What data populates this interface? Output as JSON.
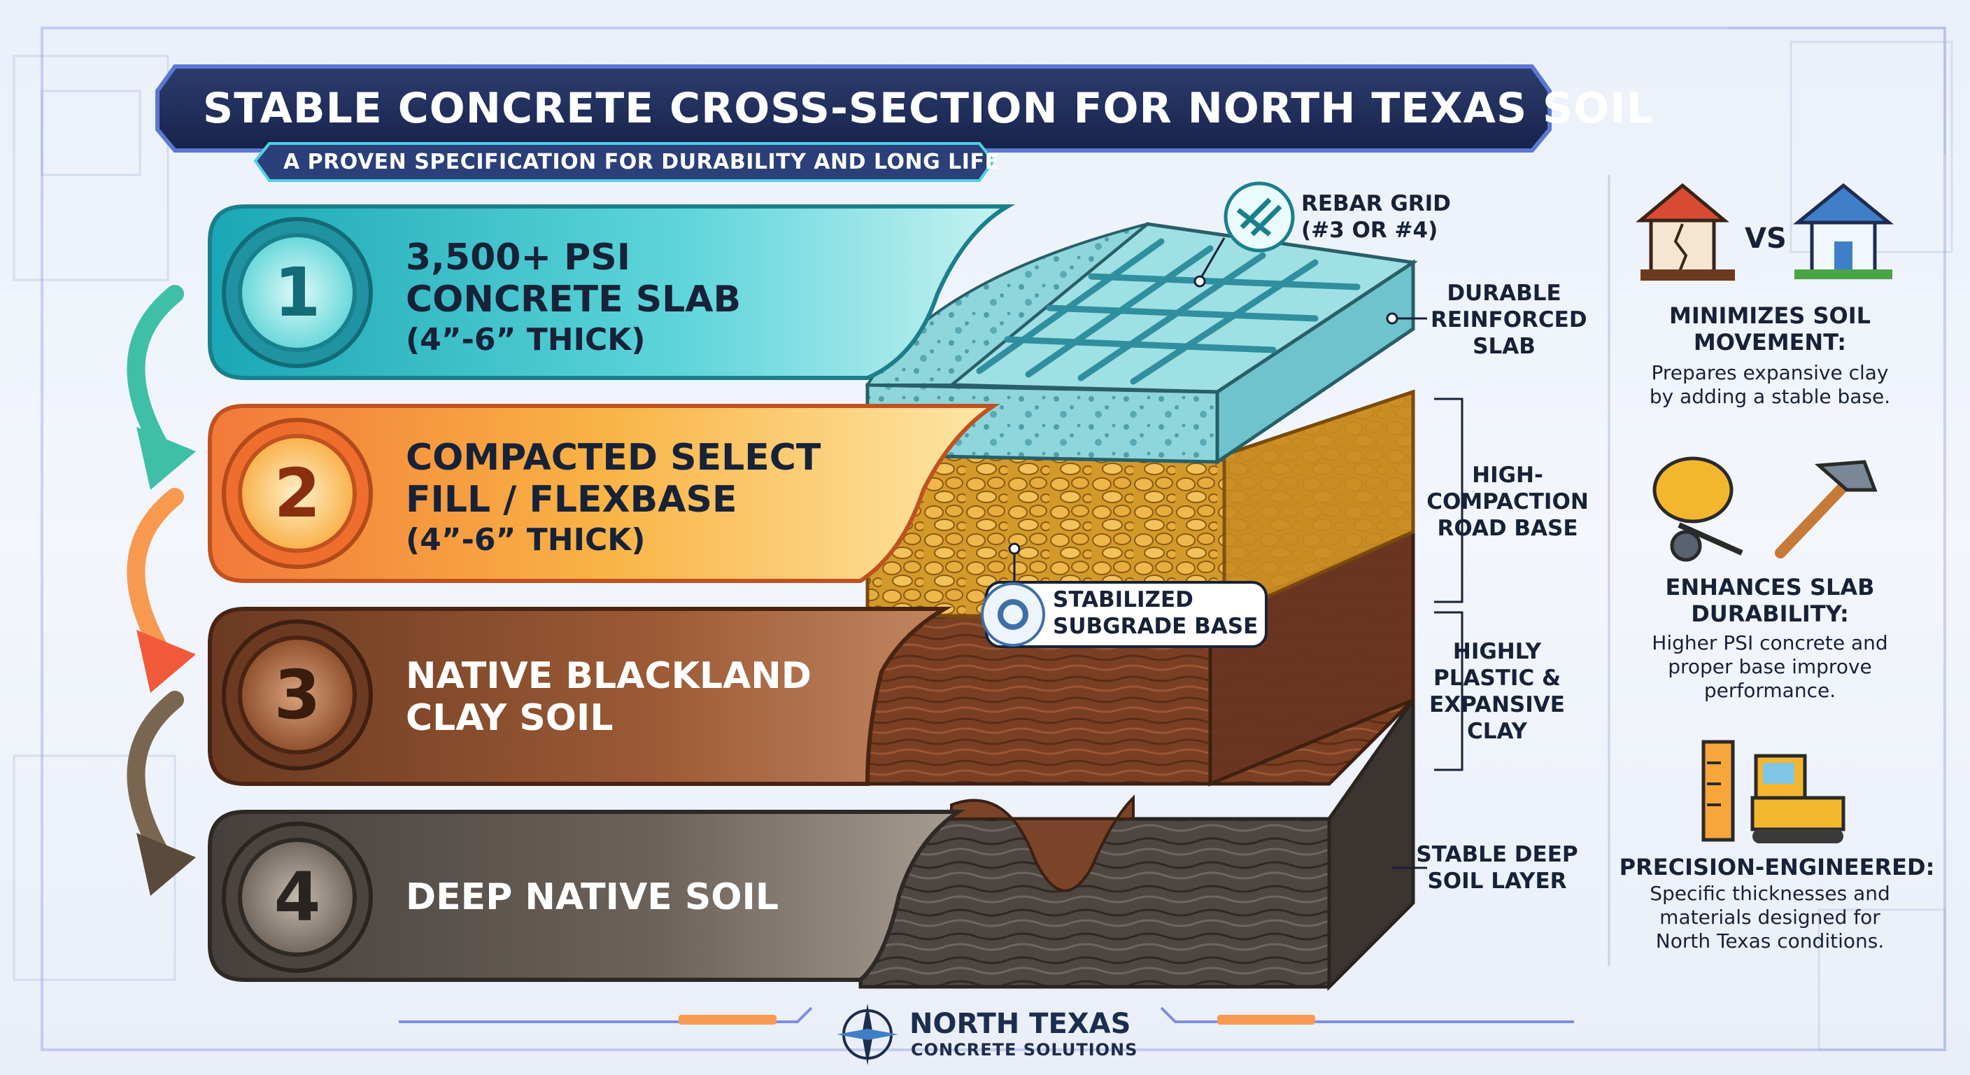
{
  "header": {
    "title": "STABLE CONCRETE CROSS-SECTION FOR NORTH TEXAS SOIL",
    "subtitle": "A PROVEN SPECIFICATION FOR DURABILITY AND LONG LIFE"
  },
  "layers": [
    {
      "number": "1",
      "title_line1": "3,500+ PSI",
      "title_line2": "CONCRETE SLAB",
      "thickness": "(4”-6” THICK)",
      "color": "#38c6cf"
    },
    {
      "number": "2",
      "title_line1": "COMPACTED SELECT",
      "title_line2": "FILL / FLEXBASE",
      "thickness": "(4”-6” THICK)",
      "color": "#f7a63c"
    },
    {
      "number": "3",
      "title_line1": "NATIVE BLACKLAND",
      "title_line2": "CLAY SOIL",
      "color": "#8a4a2a"
    },
    {
      "number": "4",
      "title_line1": "DEEP NATIVE SOIL",
      "color": "#5b5149"
    }
  ],
  "annotations": {
    "rebar_line1": "REBAR GRID",
    "rebar_line2": "(#3 OR #4)",
    "durable_line1": "DURABLE",
    "durable_line2": "REINFORCED",
    "durable_line3": "SLAB",
    "compaction_line1": "HIGH-",
    "compaction_line2": "COMPACTION",
    "compaction_line3": "ROAD BASE",
    "subgrade_line1": "STABILIZED",
    "subgrade_line2": "SUBGRADE BASE",
    "clay_line1": "HIGHLY",
    "clay_line2": "PLASTIC &",
    "clay_line3": "EXPANSIVE",
    "clay_line4": "CLAY",
    "deep_line1": "STABLE DEEP",
    "deep_line2": "SOIL LAYER"
  },
  "benefits": [
    {
      "icon": "cracked-house-vs-house-icon",
      "vs": "VS",
      "heading_line1": "MINIMIZES SOIL",
      "heading_line2": "MOVEMENT:",
      "body_line1": "Prepares expansive clay",
      "body_line2": "by adding a stable base."
    },
    {
      "icon": "mixer-and-hammer-icon",
      "heading_line1": "ENHANCES SLAB",
      "heading_line2": "DURABILITY:",
      "body_line1": "Higher PSI concrete and",
      "body_line2": "proper base improve",
      "body_line3": "performance."
    },
    {
      "icon": "ruler-and-bulldozer-icon",
      "heading_line1": "PRECISION-ENGINEERED:",
      "body_line1": "Specific thicknesses and",
      "body_line2": "materials designed for",
      "body_line3": "North Texas conditions."
    }
  ],
  "brand": {
    "line1": "NORTH TEXAS",
    "line2": "CONCRETE SOLUTIONS",
    "icon": "compass-rose-icon"
  },
  "colors": {
    "navy": "#1f2c52",
    "teal": "#38c6cf",
    "orange": "#f7a63c",
    "brown": "#8a4a2a",
    "gray": "#5b5149"
  }
}
